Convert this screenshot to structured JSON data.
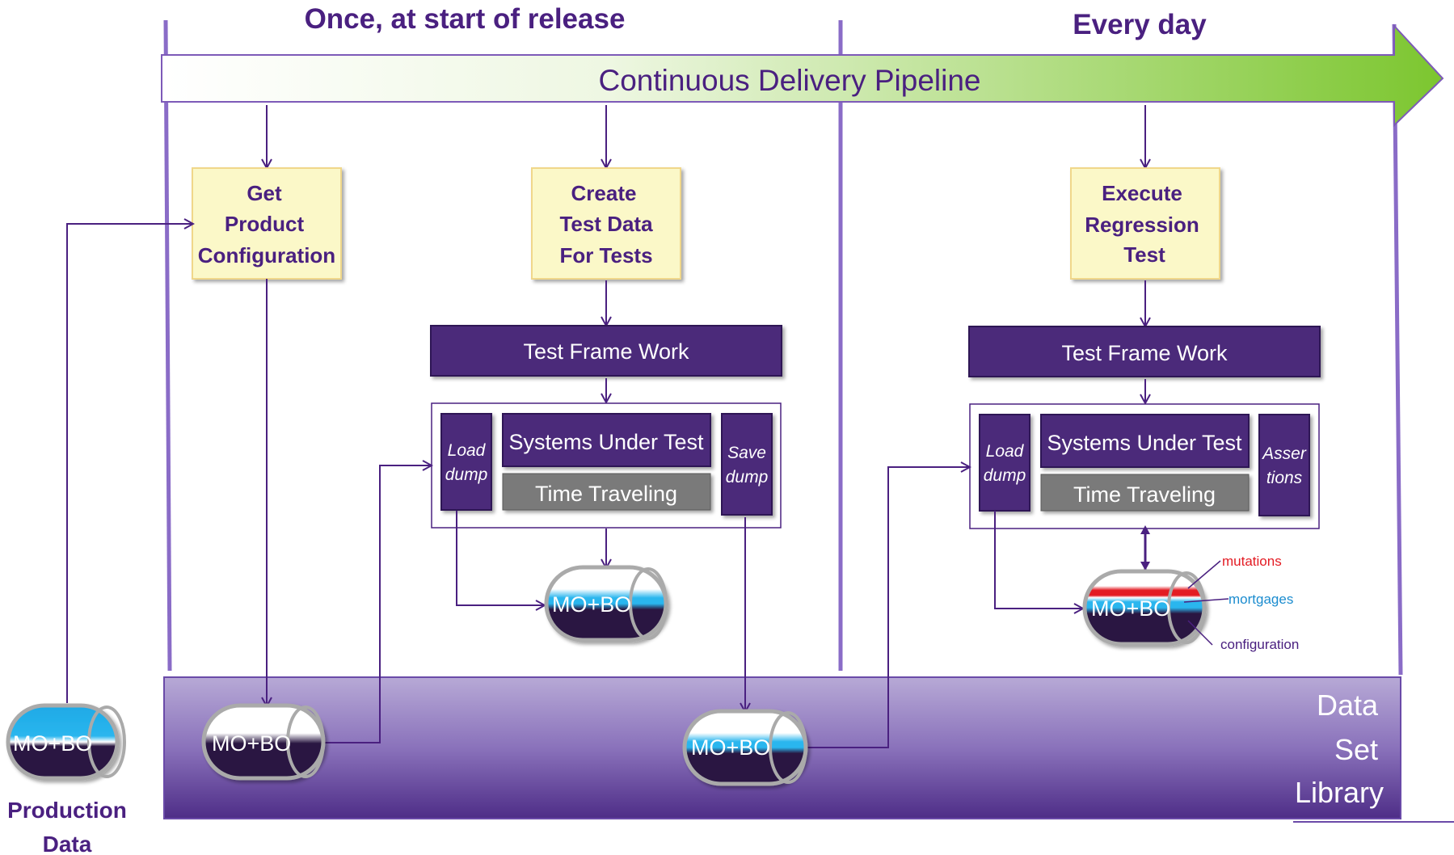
{
  "phases": {
    "once_title": "Once, at start of release",
    "daily_title": "Every day"
  },
  "pipeline": {
    "label": "Continuous Delivery Pipeline"
  },
  "steps": {
    "get_config": [
      "Get",
      "Product",
      "Configuration"
    ],
    "create_test_data": [
      "Create",
      "Test Data",
      "For Tests"
    ],
    "execute_regression": [
      "Execute",
      "Regression",
      "Test"
    ]
  },
  "framework_label": "Test Frame Work",
  "harness": {
    "load_dump": [
      "Load",
      "dump"
    ],
    "save_dump": [
      "Save",
      "dump"
    ],
    "assertions": [
      "Asser",
      "tions"
    ],
    "systems_under_test": "Systems Under Test",
    "time_traveling": "Time Traveling"
  },
  "database_label": "MO+BO",
  "library": [
    "Data",
    "Set",
    "Library"
  ],
  "production": [
    "Production",
    "Data"
  ],
  "annotations": {
    "mutations": "mutations",
    "mortgages": "mortgages",
    "configuration": "configuration"
  },
  "colors": {
    "purple_dark": "#4a2080",
    "box_purple": "#4b2a7a",
    "step_fill": "#fbf8c8",
    "step_border": "#f0d78a",
    "time_gray": "#7a7a7a",
    "mutations_red": "#e31b23",
    "mortgages_blue": "#1b8ccf",
    "cyl_blue": "#2ab6ee",
    "cyl_dark": "#2a1842"
  }
}
